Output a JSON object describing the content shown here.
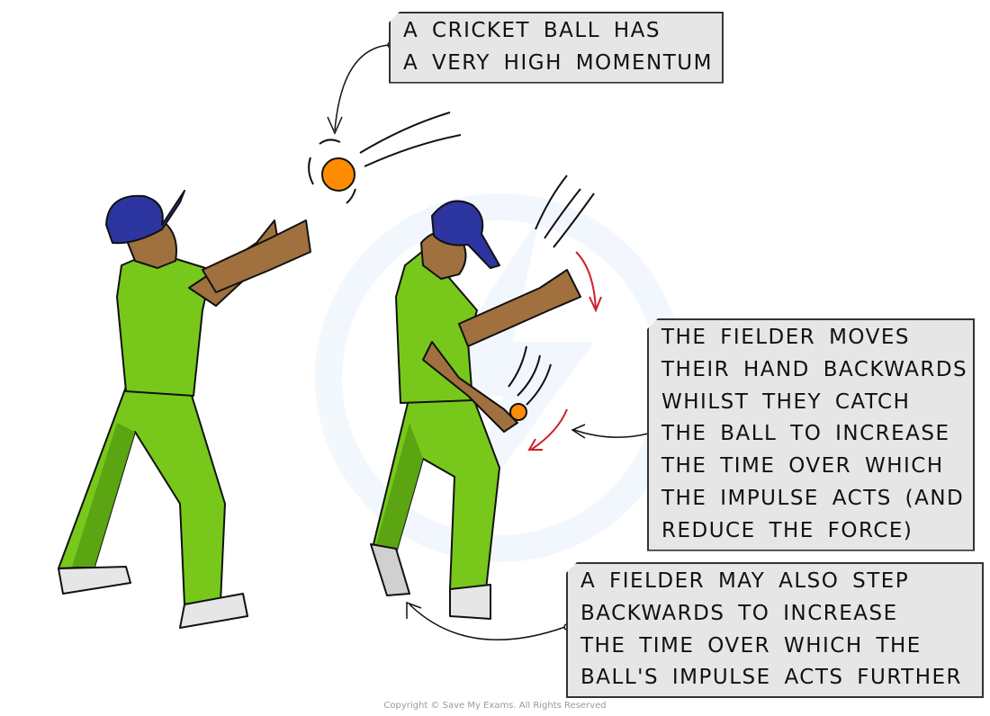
{
  "labels": {
    "momentum": [
      "A CRICKET BALL HAS",
      "A VERY HIGH MOMENTUM"
    ],
    "fielder_hand": [
      "THE FIELDER MOVES",
      "THEIR HAND BACKWARDS",
      "WHILST THEY CATCH",
      "THE BALL TO INCREASE",
      "THE TIME OVER WHICH",
      "THE IMPULSE ACTS (AND",
      "REDUCE THE FORCE)"
    ],
    "step_back": [
      "A FIELDER MAY ALSO STEP",
      "BACKWARDS TO INCREASE",
      "THE TIME OVER WHICH THE",
      "BALL'S IMPULSE ACTS FURTHER"
    ]
  },
  "copyright": "Copyright © Save My Exams. All Rights Reserved",
  "colors": {
    "shirt": "#77c81a",
    "shirt_shade": "#5aa511",
    "skin": "#a0703f",
    "cap": "#2d35a0",
    "ball": "#ff8c00",
    "motion_arrow": "#d0202a",
    "label_bg": "#e6e6e6"
  }
}
